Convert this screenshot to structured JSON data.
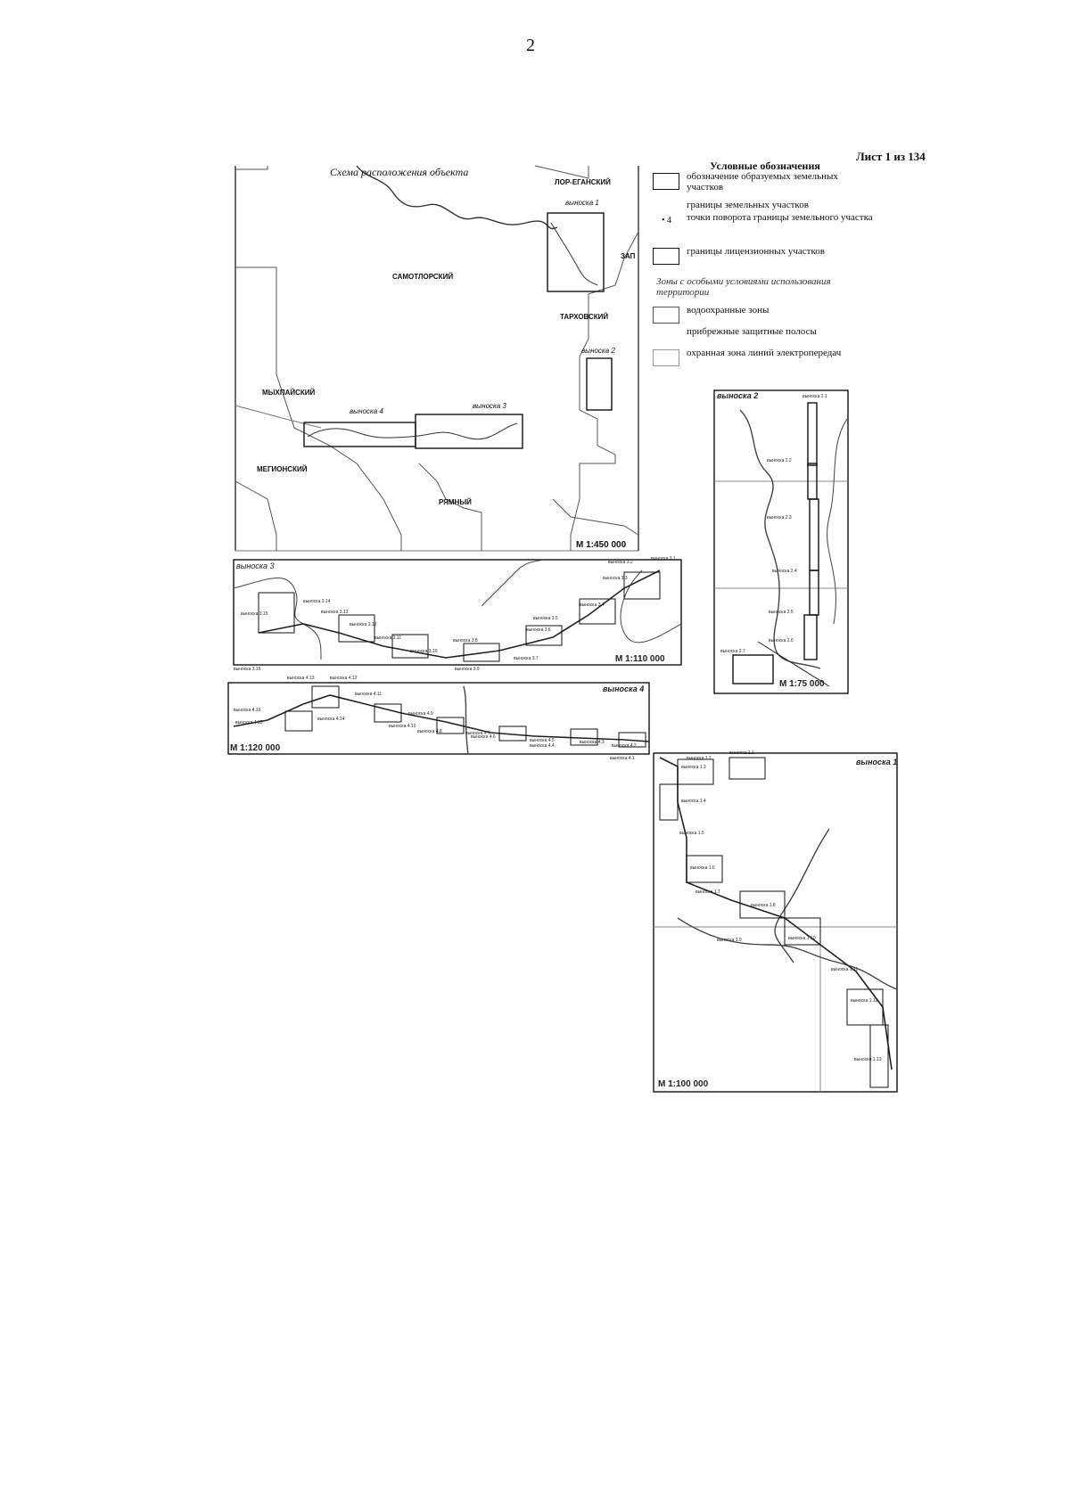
{
  "page_number": "2",
  "sheet_label": "Лист 1 из 134",
  "overview": {
    "title": "Схема расположения объекта",
    "scale": "М 1:450 000",
    "regions": [
      "ЛОР-ЕГАНСКИЙ",
      "САМОТЛОРСКИЙ",
      "ТАРХОВСКИЙ",
      "МЫХПАЙСКИЙ",
      "МЕГИОНСКИЙ",
      "РЯМНЫЙ",
      "ЗАП"
    ],
    "callouts": [
      "выноска 1",
      "выноска 2",
      "выноска 3",
      "выноска 4"
    ]
  },
  "legend": {
    "title": "Условные обозначения",
    "items": [
      "обозначение образуемых земельных участков",
      "границы земельных участков",
      "точки поворота границы земельного участка",
      "границы лицензионных участков"
    ],
    "point_marker": "• 4",
    "zones_heading": "Зоны с особыми условиями использования территории",
    "zone_items": [
      "водоохранные зоны",
      "прибрежные защитные полосы",
      "охранная зона линий электропередач"
    ]
  },
  "insets": {
    "inset3": {
      "title": "выноска 3",
      "scale": "М 1:110 000",
      "labels": [
        "выноска 3.1",
        "выноска 3.2",
        "выноска 3.3",
        "выноска 3.4",
        "выноска 3.5",
        "выноска 3.6",
        "выноска 3.7",
        "выноска 3.8",
        "выноска 3.9",
        "выноска 3.10",
        "выноска 3.11",
        "выноска 3.12",
        "выноска 3.13",
        "выноска 3.14",
        "выноска 3.15",
        "выноска 3.16"
      ]
    },
    "inset4": {
      "title": "выноска 4",
      "scale": "М 1:120 000",
      "labels": [
        "выноска 4.1",
        "выноска 4.2",
        "выноска 4.3",
        "выноска 4.4",
        "выноска 4.5",
        "выноска 4.6",
        "выноска 4.7",
        "выноска 4.8",
        "выноска 4.9",
        "выноска 4.10",
        "выноска 4.11",
        "выноска 4.12",
        "выноска 4.13",
        "выноска 4.14",
        "выноска 4.15",
        "выноска 4.16"
      ]
    },
    "inset2": {
      "title": "выноска 2",
      "scale": "М 1:75 000",
      "labels": [
        "выноска 2.1",
        "выноска 2.2",
        "выноска 2.3",
        "выноска 2.4",
        "выноска 2.5",
        "выноска 2.6",
        "выноска 2.7"
      ]
    },
    "inset1": {
      "title": "выноска 1",
      "scale": "М 1:100 000",
      "labels": [
        "выноска 1.1",
        "выноска 1.2",
        "выноска 1.3",
        "выноска 1.4",
        "выноска 1.5",
        "выноска 1.6",
        "выноска 1.7",
        "выноска 1.8",
        "выноска 1.9",
        "выноска 1.10",
        "выноска 1.11",
        "выноска 1.12",
        "выноска 1.13"
      ]
    }
  }
}
